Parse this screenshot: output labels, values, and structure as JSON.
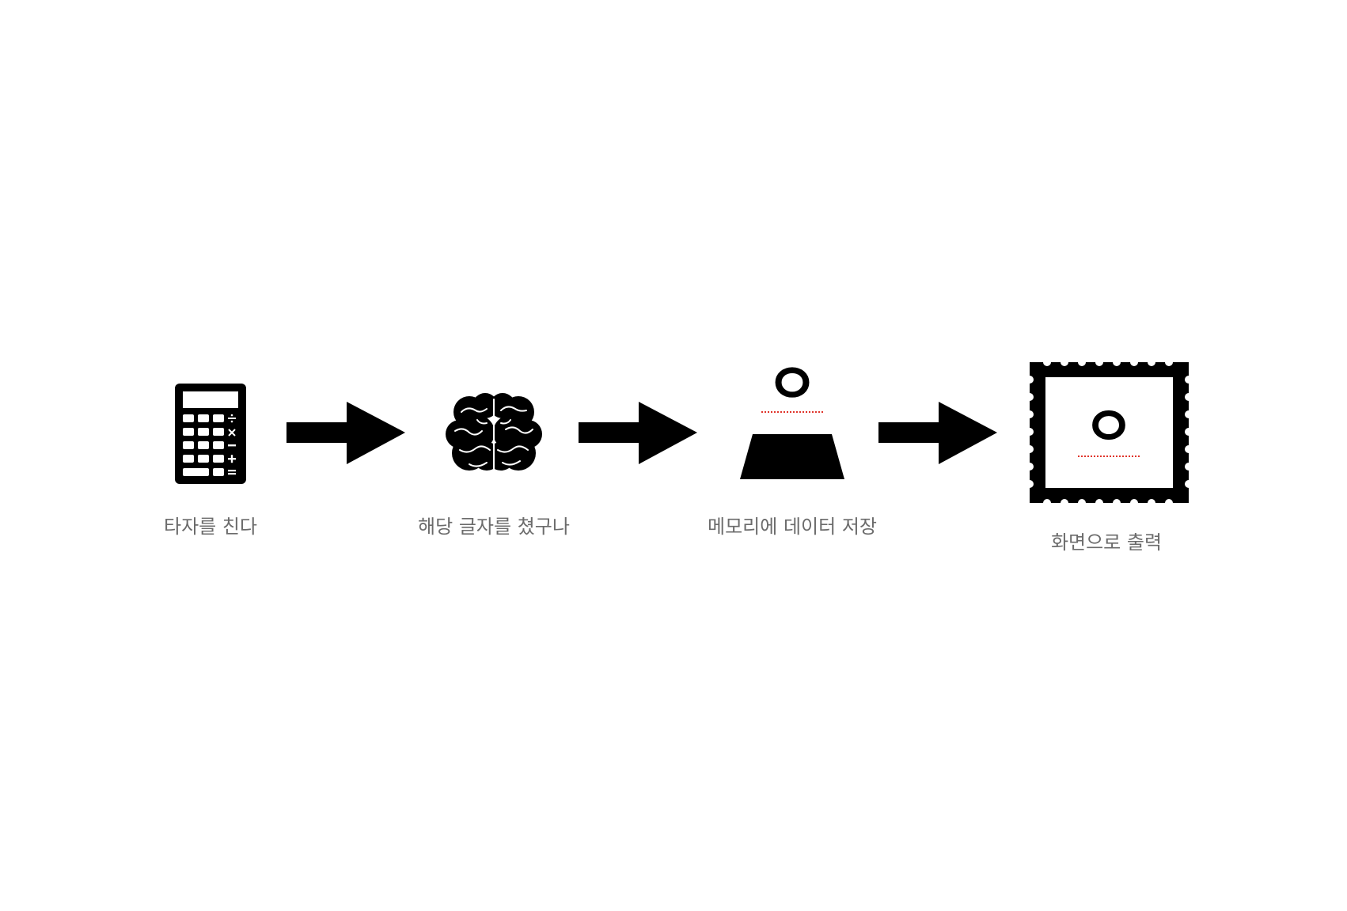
{
  "steps": [
    {
      "label": "타자를 친다",
      "icon": "calculator-icon"
    },
    {
      "label": "해당 글자를 쳤구나",
      "icon": "brain-icon"
    },
    {
      "label": "메모리에  데이터 저장",
      "icon": "memory-chip-icon",
      "glyph": "ㅇ"
    },
    {
      "label": "화면으로 출력",
      "icon": "stamp-screen-icon",
      "glyph": "ㅇ"
    }
  ],
  "arrows": [
    "arrow-right-icon",
    "arrow-right-icon",
    "arrow-right-icon"
  ],
  "colors": {
    "icon": "#000000",
    "label": "#6b6b6b",
    "underline": "#e0342b",
    "background": "#ffffff"
  }
}
